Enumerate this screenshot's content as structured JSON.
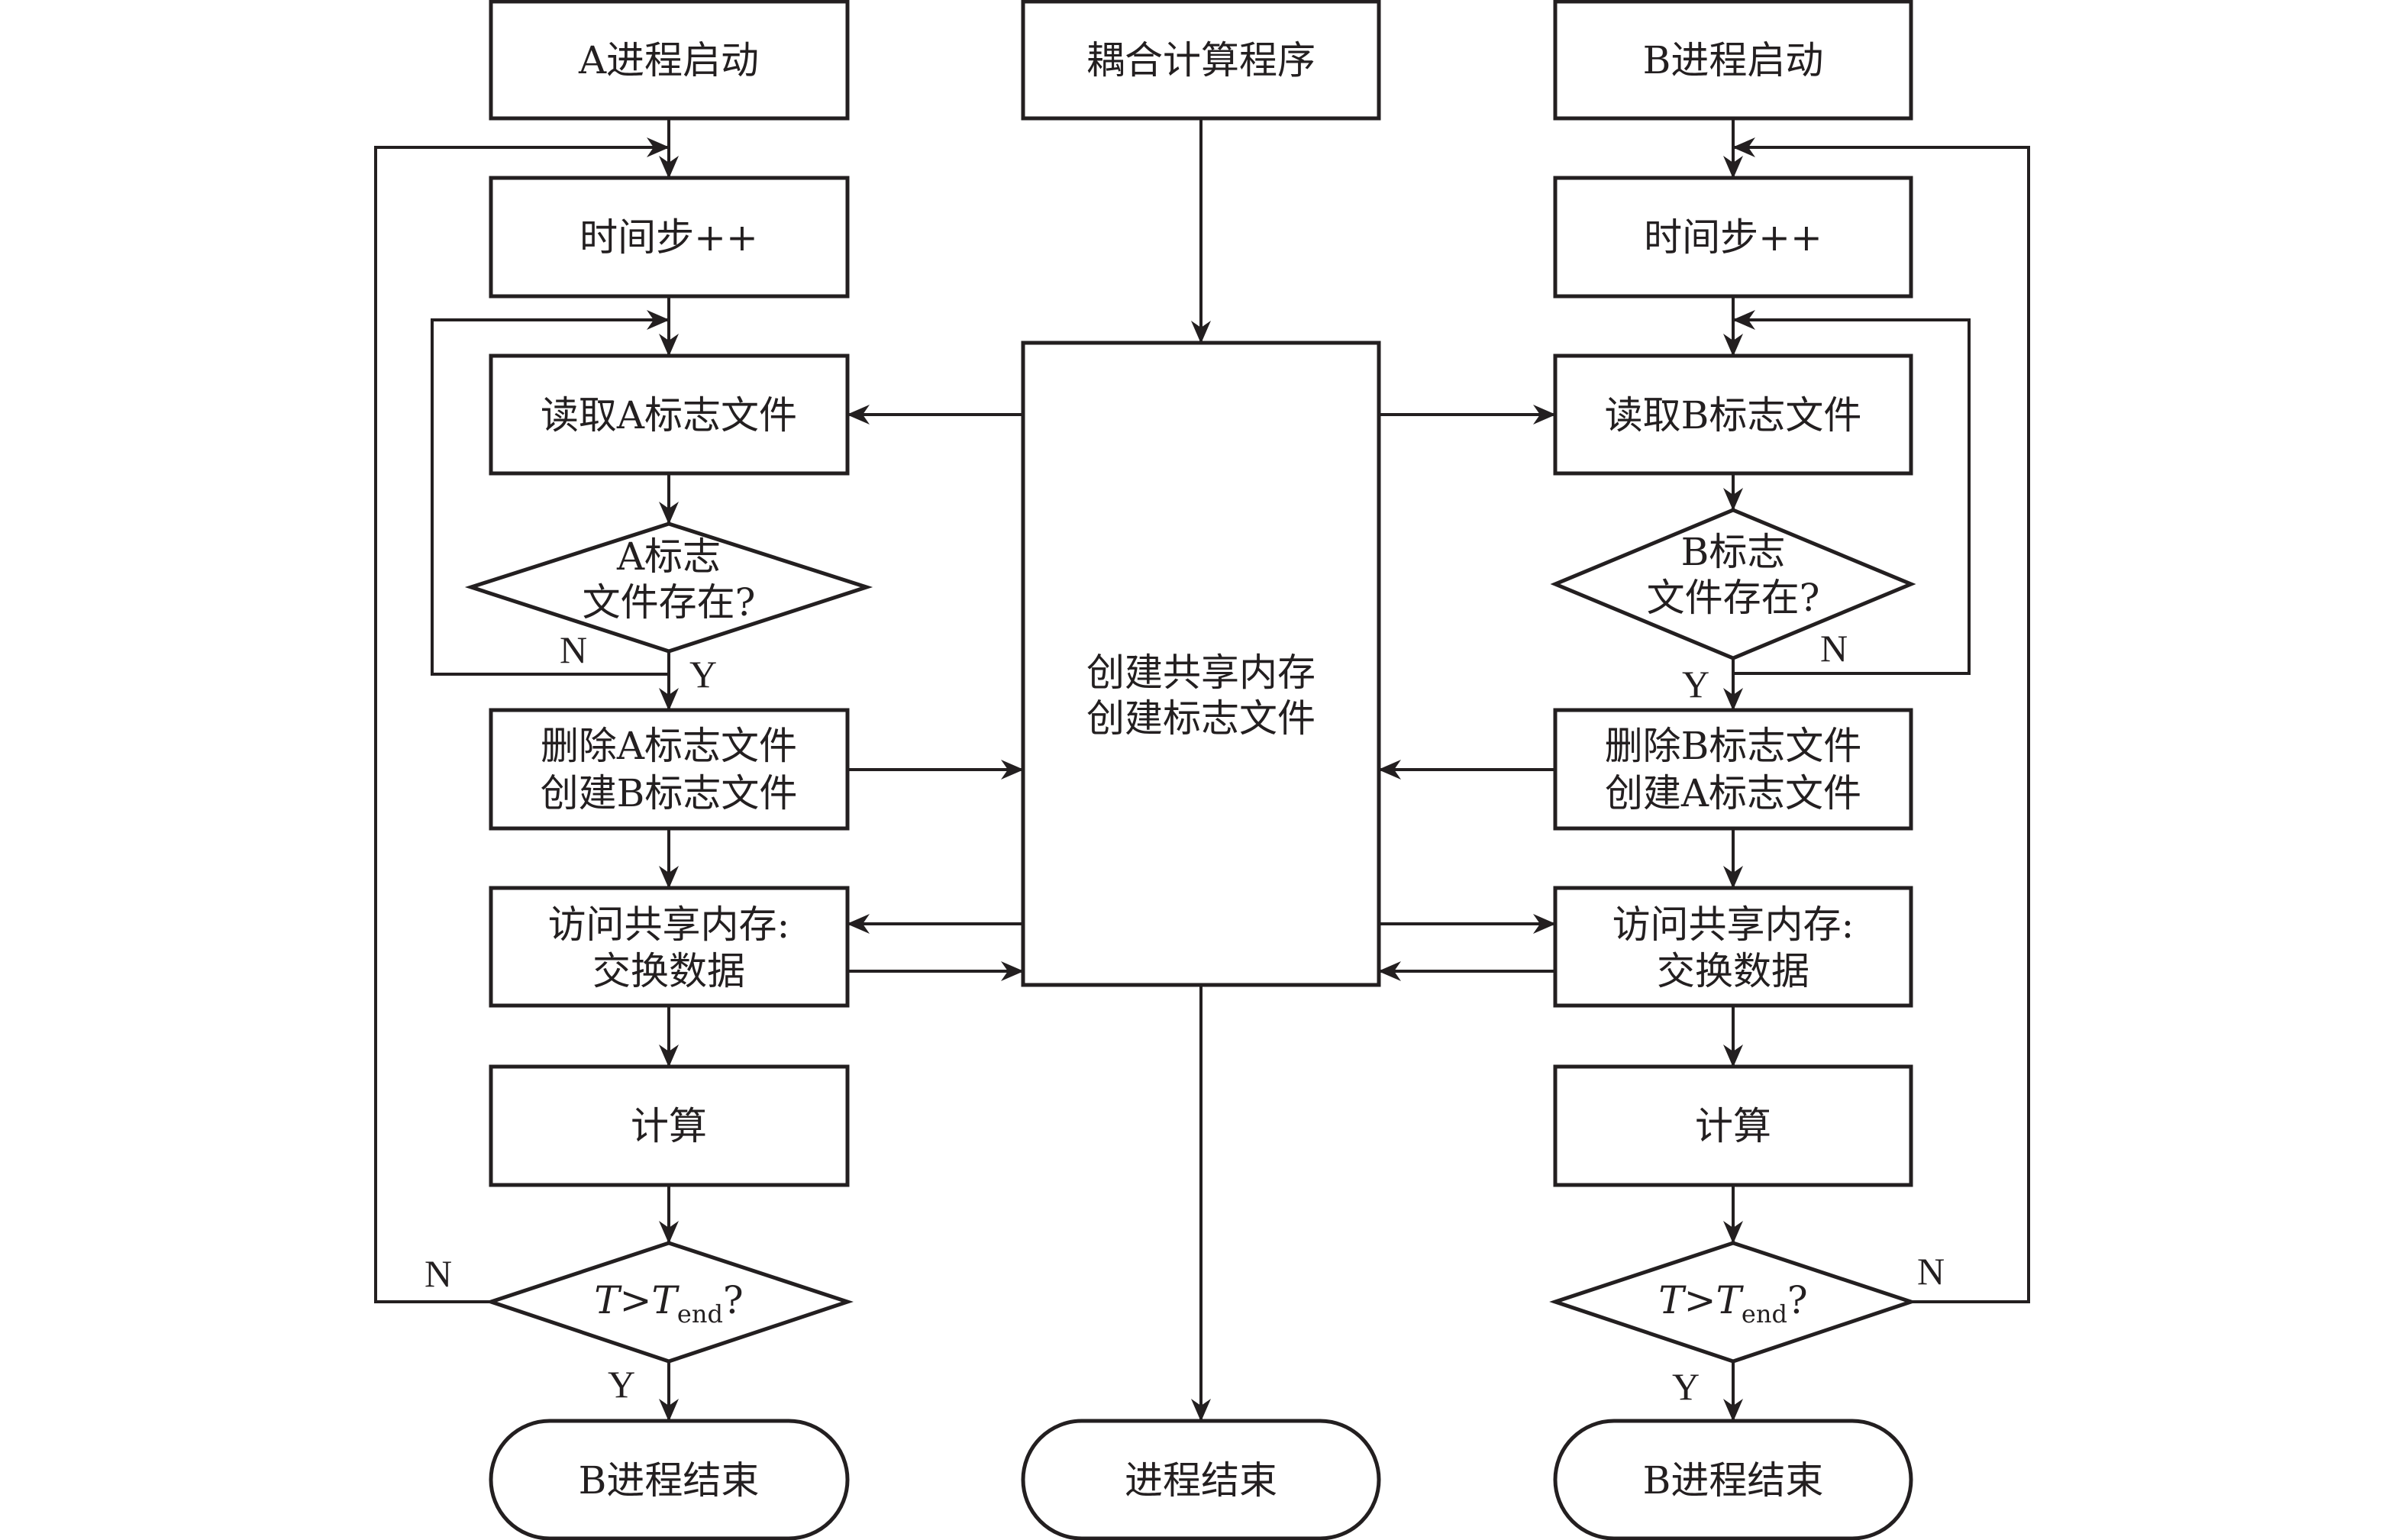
{
  "diagram": {
    "type": "flowchart",
    "colors": {
      "stroke": "#231f20",
      "fill": "#ffffff",
      "text": "#231f20"
    },
    "columns": {
      "left": {
        "start": "A进程启动",
        "time_step": "时间步++",
        "read_flag": "读取A标志文件",
        "flag_exists": {
          "line1": "A标志",
          "line2": "文件存在?"
        },
        "swap_flags": {
          "line1": "删除A标志文件",
          "line2": "创建B标志文件"
        },
        "access_memory": {
          "line1": "访问共享内存:",
          "line2": "交换数据"
        },
        "compute": "计算",
        "end_check": {
          "var": "T",
          "op": ">",
          "var2": "T",
          "sub": "end",
          "q": "?"
        },
        "end": "B进程结束"
      },
      "middle": {
        "start": "耦合计算程序",
        "create": {
          "line1": "创建共享内存",
          "line2": "创建标志文件"
        },
        "end": "进程结束"
      },
      "right": {
        "start": "B进程启动",
        "time_step": "时间步++",
        "read_flag": "读取B标志文件",
        "flag_exists": {
          "line1": "B标志",
          "line2": "文件存在?"
        },
        "swap_flags": {
          "line1": "删除B标志文件",
          "line2": "创建A标志文件"
        },
        "access_memory": {
          "line1": "访问共享内存:",
          "line2": "交换数据"
        },
        "compute": "计算",
        "end_check": {
          "var": "T",
          "op": ">",
          "var2": "T",
          "sub": "end",
          "q": "?"
        },
        "end": "B进程结束"
      }
    },
    "edge_labels": {
      "yes": "Y",
      "no": "N"
    },
    "edges": [
      {
        "from": "A进程启动",
        "to": "时间步++ (A)"
      },
      {
        "from": "时间步++ (A)",
        "to": "读取A标志文件"
      },
      {
        "from": "读取A标志文件",
        "to": "A标志文件存在?"
      },
      {
        "from": "A标志文件存在?",
        "to": "读取A标志文件",
        "label": "N"
      },
      {
        "from": "A标志文件存在?",
        "to": "删除A标志文件/创建B标志文件",
        "label": "Y"
      },
      {
        "from": "删除A标志文件/创建B标志文件",
        "to": "访问共享内存 (A)"
      },
      {
        "from": "访问共享内存 (A)",
        "to": "计算 (A)"
      },
      {
        "from": "计算 (A)",
        "to": "T>Tend? (A)"
      },
      {
        "from": "T>Tend? (A)",
        "to": "时间步++ (A)",
        "label": "N"
      },
      {
        "from": "T>Tend? (A)",
        "to": "B进程结束 (left)",
        "label": "Y"
      },
      {
        "from": "耦合计算程序",
        "to": "创建共享内存/创建标志文件"
      },
      {
        "from": "创建共享内存/创建标志文件",
        "to": "进程结束"
      },
      {
        "from": "创建共享内存/创建标志文件",
        "to": "读取A标志文件"
      },
      {
        "from": "创建共享内存/创建标志文件",
        "to": "读取B标志文件"
      },
      {
        "from": "删除A标志文件/创建B标志文件",
        "to": "创建共享内存/创建标志文件"
      },
      {
        "from": "删除B标志文件/创建A标志文件",
        "to": "创建共享内存/创建标志文件"
      },
      {
        "from": "创建共享内存/创建标志文件",
        "to": "访问共享内存 (A)"
      },
      {
        "from": "访问共享内存 (A)",
        "to": "创建共享内存/创建标志文件"
      },
      {
        "from": "创建共享内存/创建标志文件",
        "to": "访问共享内存 (B)"
      },
      {
        "from": "访问共享内存 (B)",
        "to": "创建共享内存/创建标志文件"
      },
      {
        "from": "B进程启动",
        "to": "时间步++ (B)"
      },
      {
        "from": "时间步++ (B)",
        "to": "读取B标志文件"
      },
      {
        "from": "读取B标志文件",
        "to": "B标志文件存在?"
      },
      {
        "from": "B标志文件存在?",
        "to": "读取B标志文件",
        "label": "N"
      },
      {
        "from": "B标志文件存在?",
        "to": "删除B标志文件/创建A标志文件",
        "label": "Y"
      },
      {
        "from": "删除B标志文件/创建A标志文件",
        "to": "访问共享内存 (B)"
      },
      {
        "from": "访问共享内存 (B)",
        "to": "计算 (B)"
      },
      {
        "from": "计算 (B)",
        "to": "T>Tend? (B)"
      },
      {
        "from": "T>Tend? (B)",
        "to": "时间步++ (B)",
        "label": "N"
      },
      {
        "from": "T>Tend? (B)",
        "to": "B进程结束 (right)",
        "label": "Y"
      }
    ]
  }
}
